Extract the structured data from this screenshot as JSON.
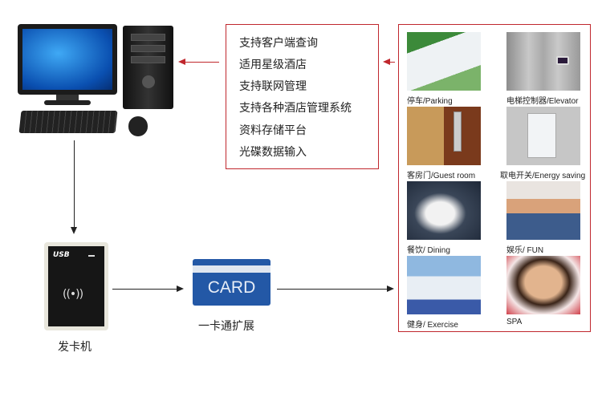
{
  "features": {
    "items": [
      "支持客户端查询",
      "适用星级酒店",
      "支持联网管理",
      "支持各种酒店管理系统",
      "资料存储平台",
      "光碟数据输入"
    ]
  },
  "reader": {
    "label": "发卡机",
    "logo": "USB"
  },
  "card": {
    "text": "CARD",
    "label": "一卡通扩展"
  },
  "applications": [
    {
      "caption": "停车/Parking",
      "icon": "parking-image"
    },
    {
      "caption": "电梯控制器/Elevator",
      "icon": "elevator-image"
    },
    {
      "caption": "客房门/Guest room",
      "icon": "guest-room-image"
    },
    {
      "caption": "取电开关/Energy saving",
      "icon": "energy-saving-image"
    },
    {
      "caption": "餐饮/ Dining",
      "icon": "dining-image"
    },
    {
      "caption": "娱乐/ FUN",
      "icon": "fun-image"
    },
    {
      "caption": "健身/ Exercise",
      "icon": "exercise-image"
    },
    {
      "caption": "SPA",
      "icon": "spa-image"
    }
  ],
  "colors": {
    "accent_red": "#c0272d",
    "card_blue": "#2358a6"
  }
}
